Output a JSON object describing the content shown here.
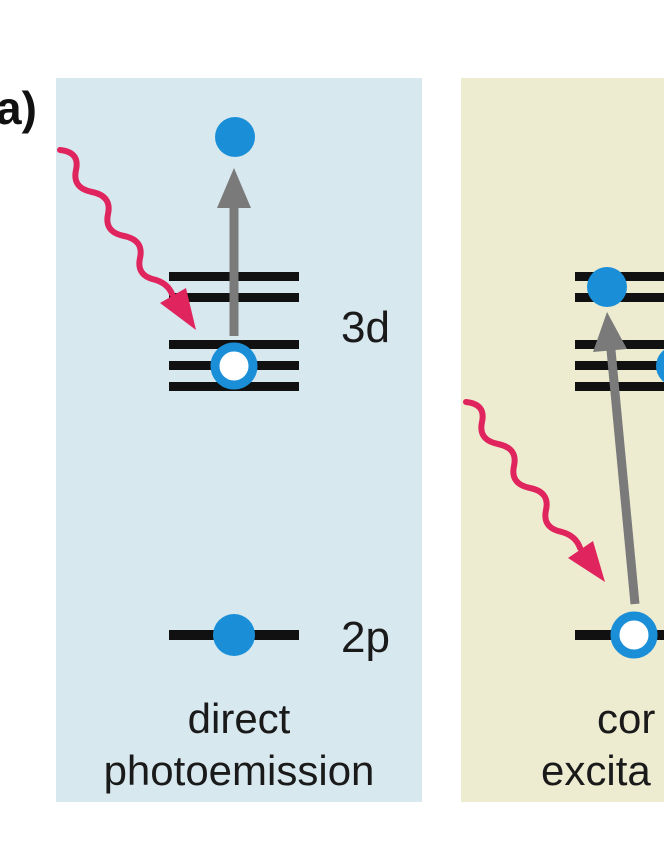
{
  "figure": {
    "panel_label": "a)",
    "left_panel": {
      "background": "#d7e8ef",
      "label_3d": "3d",
      "label_2p": "2p",
      "caption_line1": "direct",
      "caption_line2": "photoemission"
    },
    "right_panel": {
      "background": "#eeecd0",
      "caption_line1": "cor",
      "caption_line2": "excita"
    }
  },
  "colors": {
    "electron": "#1a8fd8",
    "photon": "#e0245e",
    "arrow": "#7a7a7a",
    "level": "#111111"
  },
  "icons": {
    "photon": "wavy-photon-arrow-icon",
    "electron": "filled-circle-electron-icon",
    "hole": "hollow-circle-hole-icon"
  }
}
